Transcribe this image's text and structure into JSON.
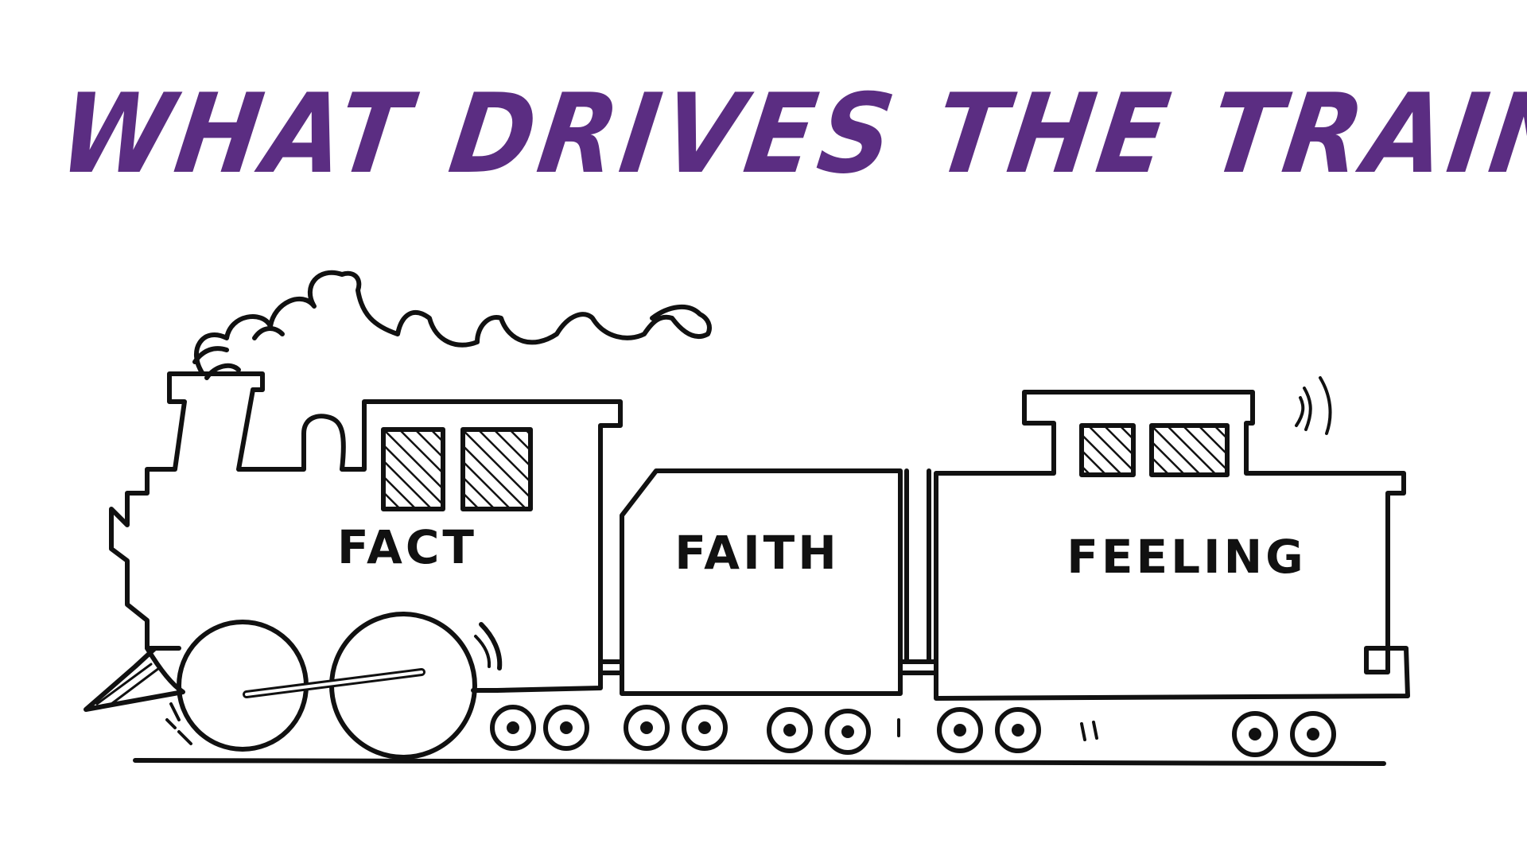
{
  "title": {
    "text": "WHAT DRIVES THE TRAIN?",
    "color": "#5b2d82"
  },
  "train": {
    "line_color": "#111111",
    "cars": [
      {
        "id": "engine",
        "label": "FACT"
      },
      {
        "id": "coal-car",
        "label": "FAITH"
      },
      {
        "id": "caboose",
        "label": "FEELING"
      }
    ]
  }
}
